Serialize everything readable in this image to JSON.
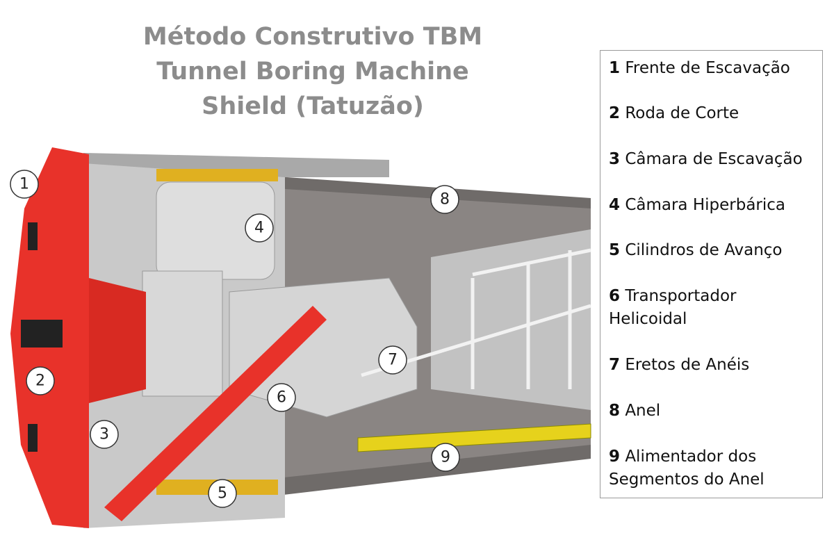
{
  "title": {
    "line1": "Método Construtivo TBM",
    "line2": "Tunnel Boring Machine",
    "line3": "Shield (Tatuzão)"
  },
  "legend": [
    {
      "number": "1",
      "label": "Frente de Escavação"
    },
    {
      "number": "2",
      "label": "Roda de Corte"
    },
    {
      "number": "3",
      "label": "Câmara de Escavação"
    },
    {
      "number": "4",
      "label": "Câmara Hiperbárica"
    },
    {
      "number": "5",
      "label": "Cilindros de Avanço"
    },
    {
      "number": "6",
      "label": "Transportador",
      "label2": "Helicoidal"
    },
    {
      "number": "7",
      "label": "Eretos de Anéis"
    },
    {
      "number": "8",
      "label": "Anel"
    },
    {
      "number": "9",
      "label": "Alimentador dos",
      "label2": "Segmentos do Anel"
    }
  ],
  "callouts": [
    "1",
    "2",
    "3",
    "4",
    "5",
    "6",
    "7",
    "8",
    "9"
  ],
  "colors": {
    "title": "#8c8c8c",
    "cutter": "#e8322a",
    "tunnel": "#7a7674",
    "shield": "#cfcfcf",
    "yellow": "#e6d21c"
  }
}
